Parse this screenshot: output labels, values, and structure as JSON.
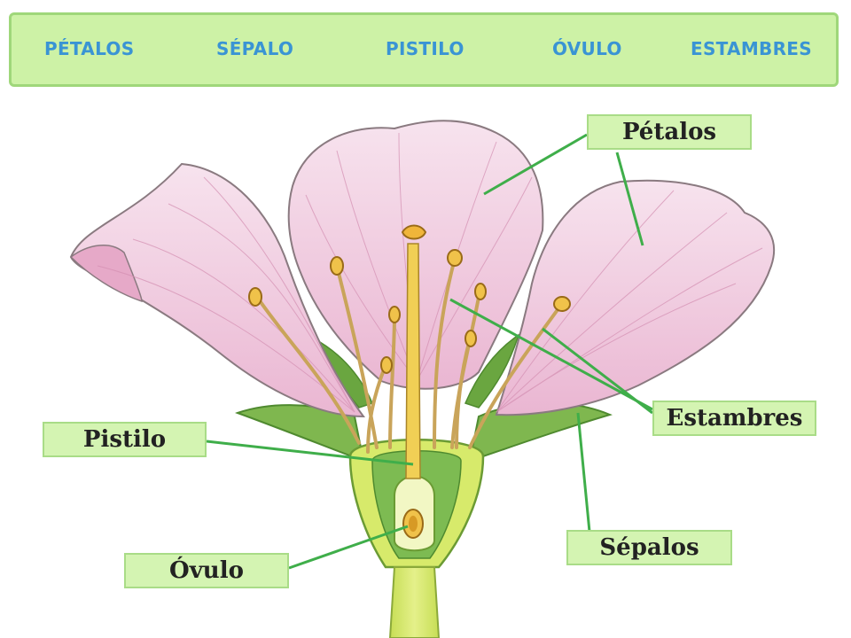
{
  "word_bank": {
    "items": [
      "PÉTALOS",
      "SÉPALO",
      "PISTILO",
      "ÓVULO",
      "ESTAMBRES"
    ]
  },
  "labels": {
    "petalos": "Pétalos",
    "estambres": "Estambres",
    "pistilo": "Pistilo",
    "sepalos": "Sépalos",
    "ovulo": "Óvulo"
  },
  "colors": {
    "word_bank_bg": "#cdf2a6",
    "word_bank_text": "#3a94d4",
    "label_bg": "#d4f4b2",
    "leader_line": "#3fae4a",
    "petal": "#f5d8e6",
    "sepal": "#78b04a",
    "stem": "#d6ea6a"
  }
}
